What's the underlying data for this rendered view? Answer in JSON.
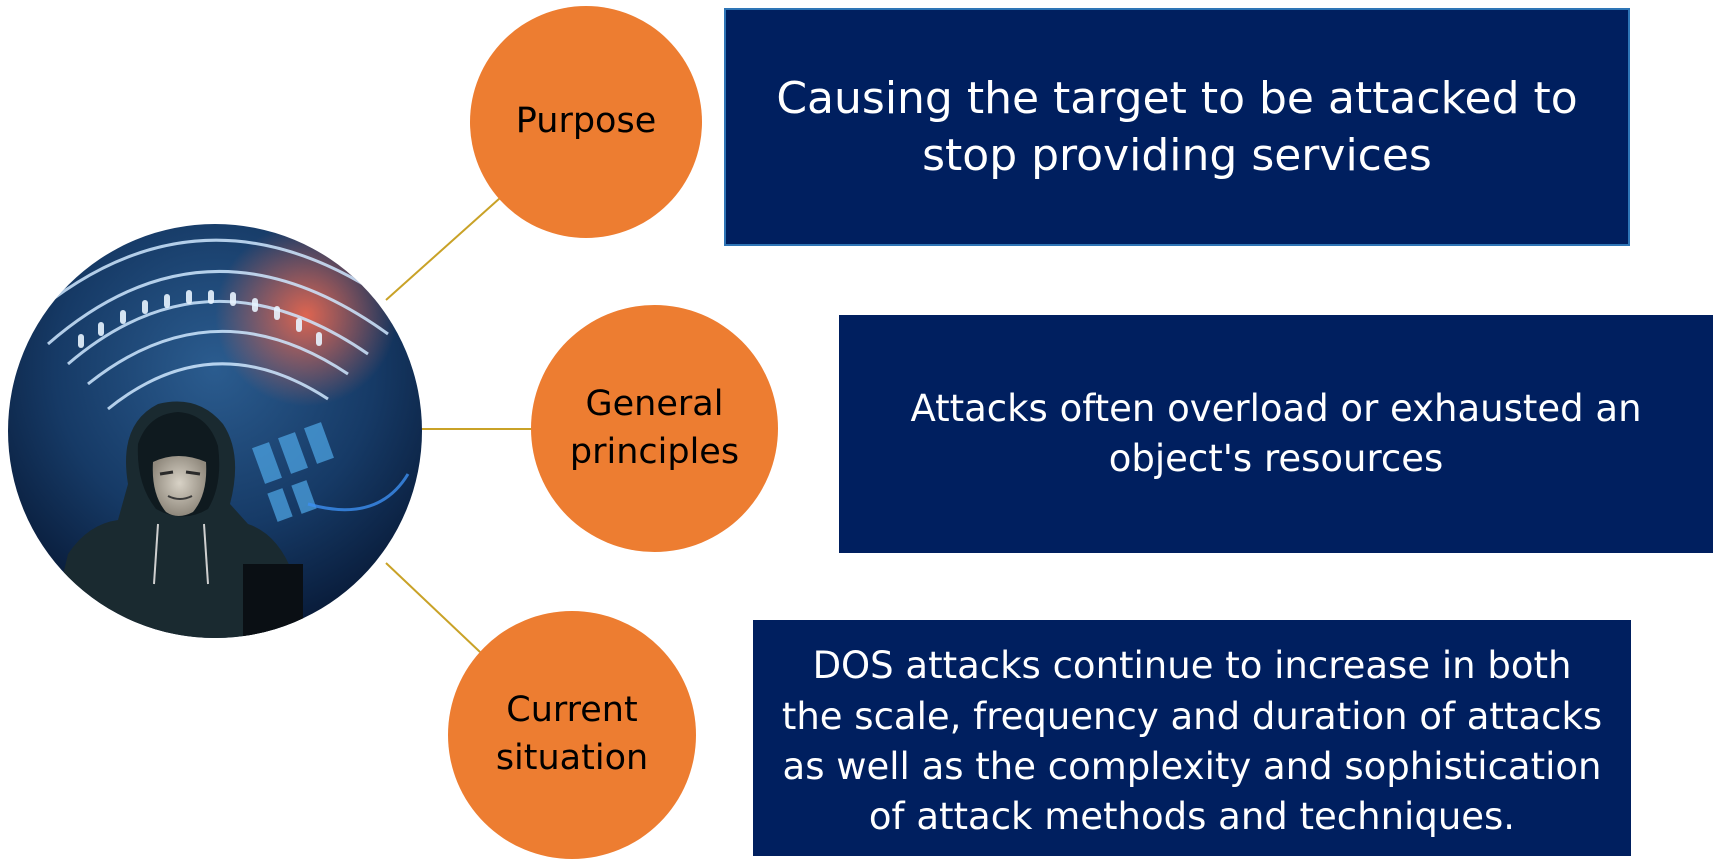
{
  "colors": {
    "circle_fill": "#ed7d31",
    "box_fill": "#001f5f",
    "connector": "#c9a227",
    "box_border": "#2e75b6"
  },
  "image": {
    "icon": "hooded-hacker-cyber-circle-photo"
  },
  "items": [
    {
      "label": "Purpose",
      "description": "Causing the target to be attacked to\nstop providing services"
    },
    {
      "label": "General\nprinciples",
      "description": "Attacks often overload or exhausted an\nobject's resources"
    },
    {
      "label": "Current\nsituation",
      "description": "DOS attacks continue to increase in both\nthe scale, frequency and duration of attacks\nas well as the complexity and sophistication\nof attack methods and techniques."
    }
  ]
}
